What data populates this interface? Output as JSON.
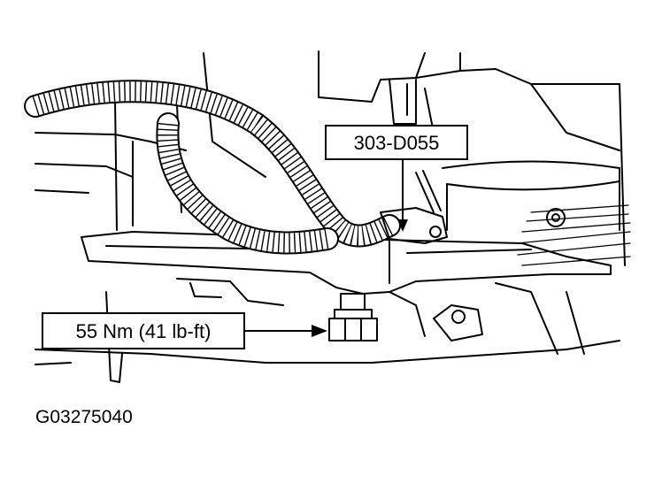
{
  "callouts": {
    "tool_label": "303-D055",
    "torque_label": "55 Nm (41 lb-ft)"
  },
  "figure_id": "G03275040",
  "colors": {
    "ink": "#000000",
    "background": "#ffffff"
  }
}
